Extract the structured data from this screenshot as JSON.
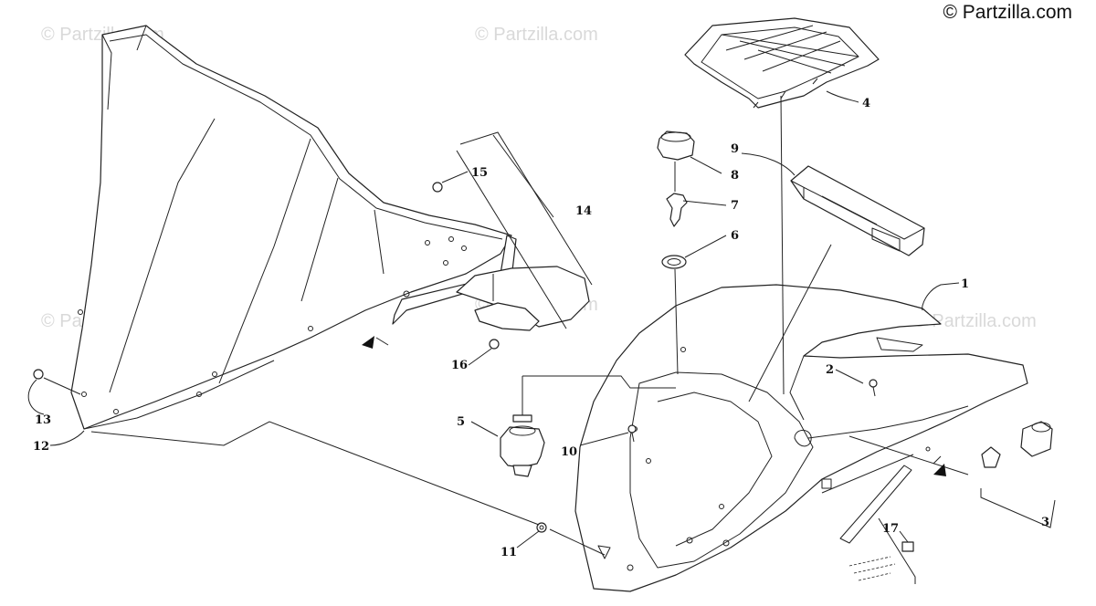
{
  "copyright": "© Partzilla.com",
  "watermark": "© Partzilla.com",
  "callouts": [
    "1",
    "2",
    "3",
    "4",
    "5",
    "6",
    "7",
    "8",
    "9",
    "10",
    "11",
    "12",
    "13",
    "14",
    "15",
    "16",
    "17"
  ],
  "colors": {
    "line": "#222222",
    "watermark": "#d9d9d9",
    "background": "#ffffff"
  }
}
